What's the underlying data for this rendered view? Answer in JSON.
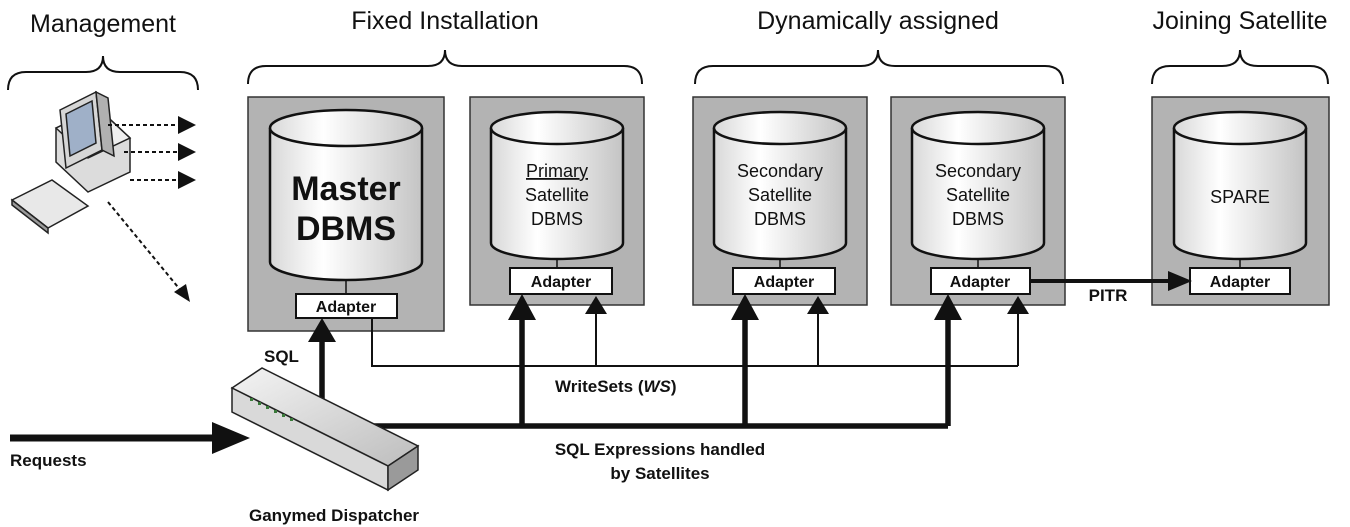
{
  "headers": {
    "management": "Management",
    "fixed": "Fixed Installation",
    "dynamic": "Dynamically assigned",
    "joining": "Joining Satellite"
  },
  "databases": {
    "master": {
      "line1": "Master",
      "line2": "DBMS",
      "adapter": "Adapter"
    },
    "primary": {
      "line1": "Primary",
      "line2": "Satellite",
      "line3": "DBMS",
      "adapter": "Adapter"
    },
    "secondary1": {
      "line1": "Secondary",
      "line2": "Satellite",
      "line3": "DBMS",
      "adapter": "Adapter"
    },
    "secondary2": {
      "line1": "Secondary",
      "line2": "Satellite",
      "line3": "DBMS",
      "adapter": "Adapter"
    },
    "spare": {
      "line1": "SPARE",
      "adapter": "Adapter"
    }
  },
  "labels": {
    "pitr": "PITR",
    "sql": "SQL",
    "writesets": "WriteSets (",
    "writesets_abbr": "WS",
    "writesets_close": ")",
    "sql_expr_1": "SQL Expressions handled",
    "sql_expr_2": "by Satellites",
    "requests": "Requests",
    "dispatcher": "Ganymed Dispatcher"
  }
}
